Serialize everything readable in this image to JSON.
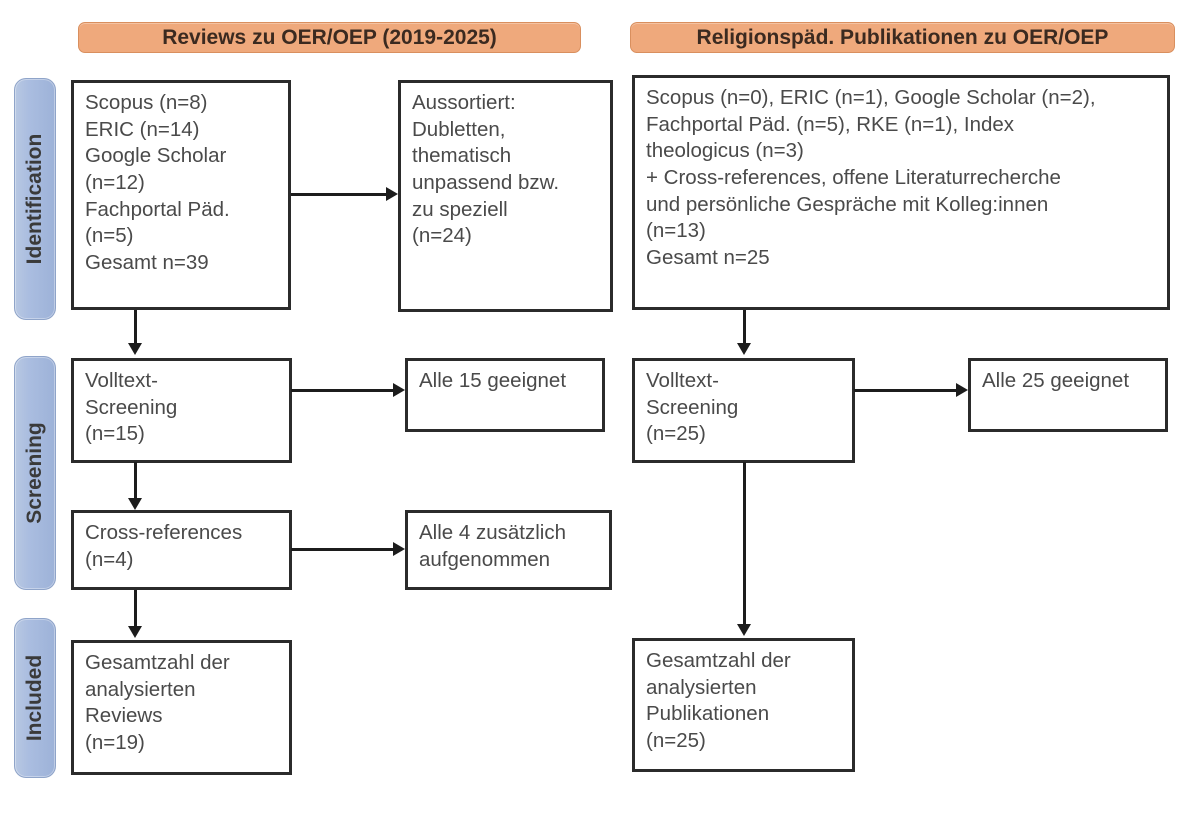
{
  "diagram": {
    "type": "prisma-flow-diagram",
    "columns": [
      {
        "id": "reviews",
        "header": "Reviews zu OER/OEP (2019-2025)"
      },
      {
        "id": "publikationen",
        "header": "Religionspäd. Publikationen zu OER/OEP"
      }
    ],
    "phases": [
      {
        "id": "identification",
        "label": "Identification"
      },
      {
        "id": "screening",
        "label": "Screening"
      },
      {
        "id": "included",
        "label": "Included"
      }
    ],
    "boxes": {
      "left_identification": "Scopus (n=8)\nERIC (n=14)\nGoogle Scholar\n(n=12)\nFachportal Päd.\n(n=5)\nGesamt n=39",
      "left_excluded": "Aussortiert:\nDubletten,\nthematisch\nunpassend bzw.\nzu speziell\n(n=24)",
      "left_screening": "Volltext-\nScreening\n(n=15)",
      "left_screening_result": "Alle 15 geeignet",
      "left_crossrefs": "Cross-references\n(n=4)",
      "left_crossrefs_result": "Alle 4 zusätzlich\naufgenommen",
      "left_included": "Gesamtzahl der\nanalysierten\nReviews\n(n=19)",
      "right_identification": "Scopus (n=0), ERIC (n=1), Google Scholar (n=2),\nFachportal Päd. (n=5), RKE (n=1), Index\ntheologicus (n=3)\n+ Cross-references, offene Literaturrecherche\nund persönliche Gespräche mit Kolleg:innen\n(n=13)\nGesamt n=25",
      "right_screening": "Volltext-\nScreening\n(n=25)",
      "right_screening_result": "Alle 25 geeignet",
      "right_included": "Gesamtzahl der\nanalysierten\nPublikationen\n(n=25)"
    },
    "colors": {
      "header_fill": "#efa97c",
      "header_border": "#d98f5e",
      "phase_tab_fill": "#aabde0",
      "phase_tab_border": "#8fa4c9",
      "box_border": "#2b2b2b",
      "box_fill": "#ffffff",
      "connector": "#1c1c1c",
      "text": "#4a4a4a",
      "background": "#ffffff"
    }
  },
  "chart_data": {
    "type": "diagram",
    "title": "PRISMA-style literature selection flow",
    "columns": [
      "Reviews zu OER/OEP (2019-2025)",
      "Religionspäd. Publikationen zu OER/OEP"
    ],
    "phases": [
      "Identification",
      "Screening",
      "Included"
    ],
    "counts": {
      "left_sources": [
        {
          "name": "Scopus",
          "n": 8
        },
        {
          "name": "ERIC",
          "n": 14
        },
        {
          "name": "Google Scholar",
          "n": 12
        },
        {
          "name": "Fachportal Päd.",
          "n": 5
        }
      ],
      "left_total_identified": 39,
      "left_excluded": 24,
      "left_fulltext_screened": 15,
      "left_fulltext_eligible": 15,
      "left_crossrefs": 4,
      "left_crossrefs_added": 4,
      "left_included": 19,
      "right_sources": [
        {
          "name": "Scopus",
          "n": 0
        },
        {
          "name": "ERIC",
          "n": 1
        },
        {
          "name": "Google Scholar",
          "n": 2
        },
        {
          "name": "Fachportal Päd.",
          "n": 5
        },
        {
          "name": "RKE",
          "n": 1
        },
        {
          "name": "Index theologicus",
          "n": 3
        },
        {
          "name": "Cross-references, offene Literaturrecherche und persönliche Gespräche mit Kolleg:innen",
          "n": 13
        }
      ],
      "right_total_identified": 25,
      "right_fulltext_screened": 25,
      "right_fulltext_eligible": 25,
      "right_included": 25
    }
  }
}
